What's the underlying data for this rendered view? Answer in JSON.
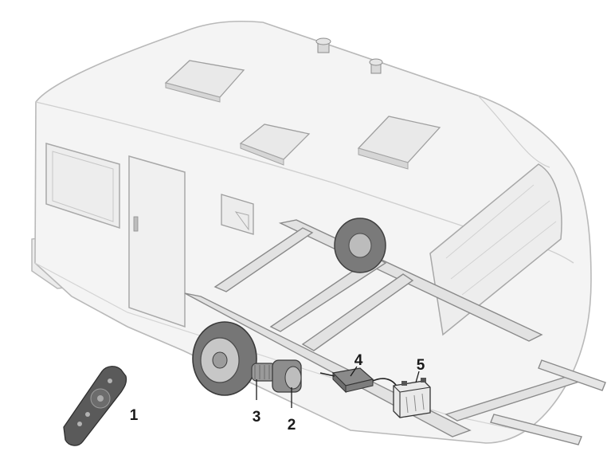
{
  "callouts": [
    {
      "id": "1",
      "label": "1",
      "part": "remote-control"
    },
    {
      "id": "2",
      "label": "2",
      "part": "drive-motor"
    },
    {
      "id": "3",
      "label": "3",
      "part": "drive-roller"
    },
    {
      "id": "4",
      "label": "4",
      "part": "control-unit"
    },
    {
      "id": "5",
      "label": "5",
      "part": "battery"
    }
  ],
  "colors": {
    "body_fill": "#f4f4f4",
    "body_stroke": "#b9b9b9",
    "chassis": "#9a9a9a",
    "tyre": "#6e6e6e",
    "remote": "#5a5a5a",
    "callout_text": "#1a1a1a"
  }
}
